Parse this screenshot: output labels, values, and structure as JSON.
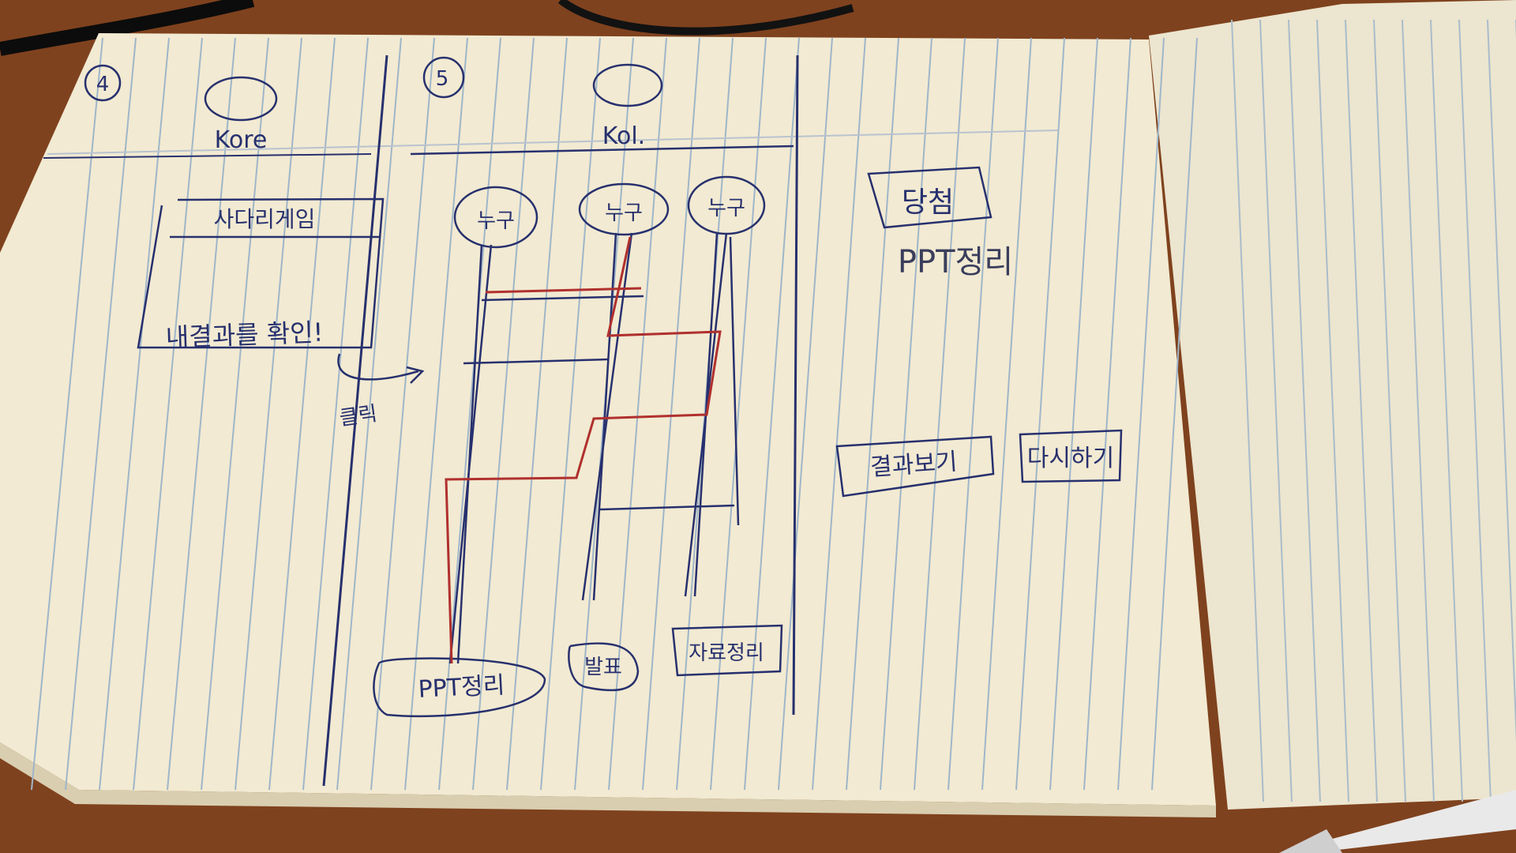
{
  "colors": {
    "desk": "#8a4a22",
    "paper": "#f2ead2",
    "paper_right": "#ece5cf",
    "rule_line": "#9fb6c9",
    "ink_blue": "#27306e",
    "ink_red": "#b0302e"
  },
  "panel4": {
    "number": "4",
    "profile_name": "Kore",
    "card_title": "사다리게임",
    "card_result": "내결과를 확인!",
    "click_note": "클릭"
  },
  "panel5": {
    "number": "5",
    "profile_name": "Kol.",
    "players": [
      "누구",
      "누구",
      "누구"
    ],
    "results": [
      "PPT정리",
      "발표",
      "자료정리"
    ]
  },
  "panel6": {
    "result_badge": "당첨",
    "result_text": "PPT정리",
    "buttons": [
      "결과보기",
      "다시하기"
    ]
  },
  "icons": [
    "pen-icon"
  ]
}
